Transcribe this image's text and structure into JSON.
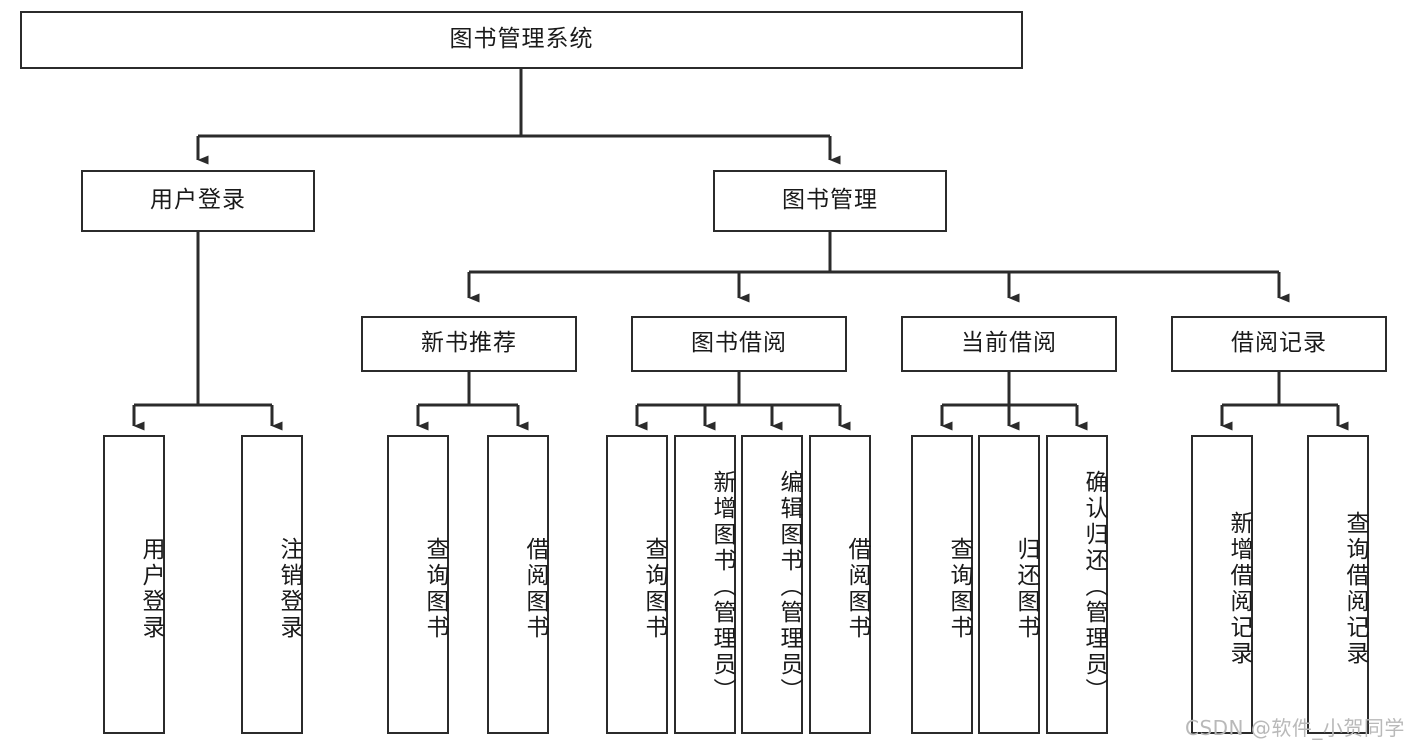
{
  "diagram": {
    "title_node": {
      "id": "root",
      "label": "图书管理系统"
    },
    "level2": [
      {
        "id": "user-login",
        "label": "用户登录"
      },
      {
        "id": "book-manage",
        "label": "图书管理"
      }
    ],
    "level3": [
      {
        "id": "new-book-rec",
        "label": "新书推荐"
      },
      {
        "id": "book-borrow",
        "label": "图书借阅"
      },
      {
        "id": "current-borrow",
        "label": "当前借阅"
      },
      {
        "id": "borrow-record",
        "label": "借阅记录"
      }
    ],
    "leaves": [
      {
        "id": "leaf-user-login",
        "label": "用户登录"
      },
      {
        "id": "leaf-logout",
        "label": "注销登录"
      },
      {
        "id": "leaf-query-book-1",
        "label": "查询图书"
      },
      {
        "id": "leaf-borrow-book-1",
        "label": "借阅图书"
      },
      {
        "id": "leaf-query-book-2",
        "label": "查询图书"
      },
      {
        "id": "leaf-add-book",
        "label": "新增图书（管理员）"
      },
      {
        "id": "leaf-edit-book",
        "label": "编辑图书（管理员）"
      },
      {
        "id": "leaf-borrow-book-2",
        "label": "借阅图书"
      },
      {
        "id": "leaf-query-book-3",
        "label": "查询图书"
      },
      {
        "id": "leaf-return-book",
        "label": "归还图书"
      },
      {
        "id": "leaf-confirm-return",
        "label": "确认归还（管理员）"
      },
      {
        "id": "leaf-add-record",
        "label": "新增借阅记录"
      },
      {
        "id": "leaf-query-record",
        "label": "查询借阅记录"
      }
    ]
  },
  "watermark": {
    "text": "CSDN @软件_小贺同学"
  },
  "colors": {
    "border": "#2b2b2b",
    "background": "#ffffff",
    "text": "#1a1a1a",
    "watermark": "#b9b9b9"
  }
}
